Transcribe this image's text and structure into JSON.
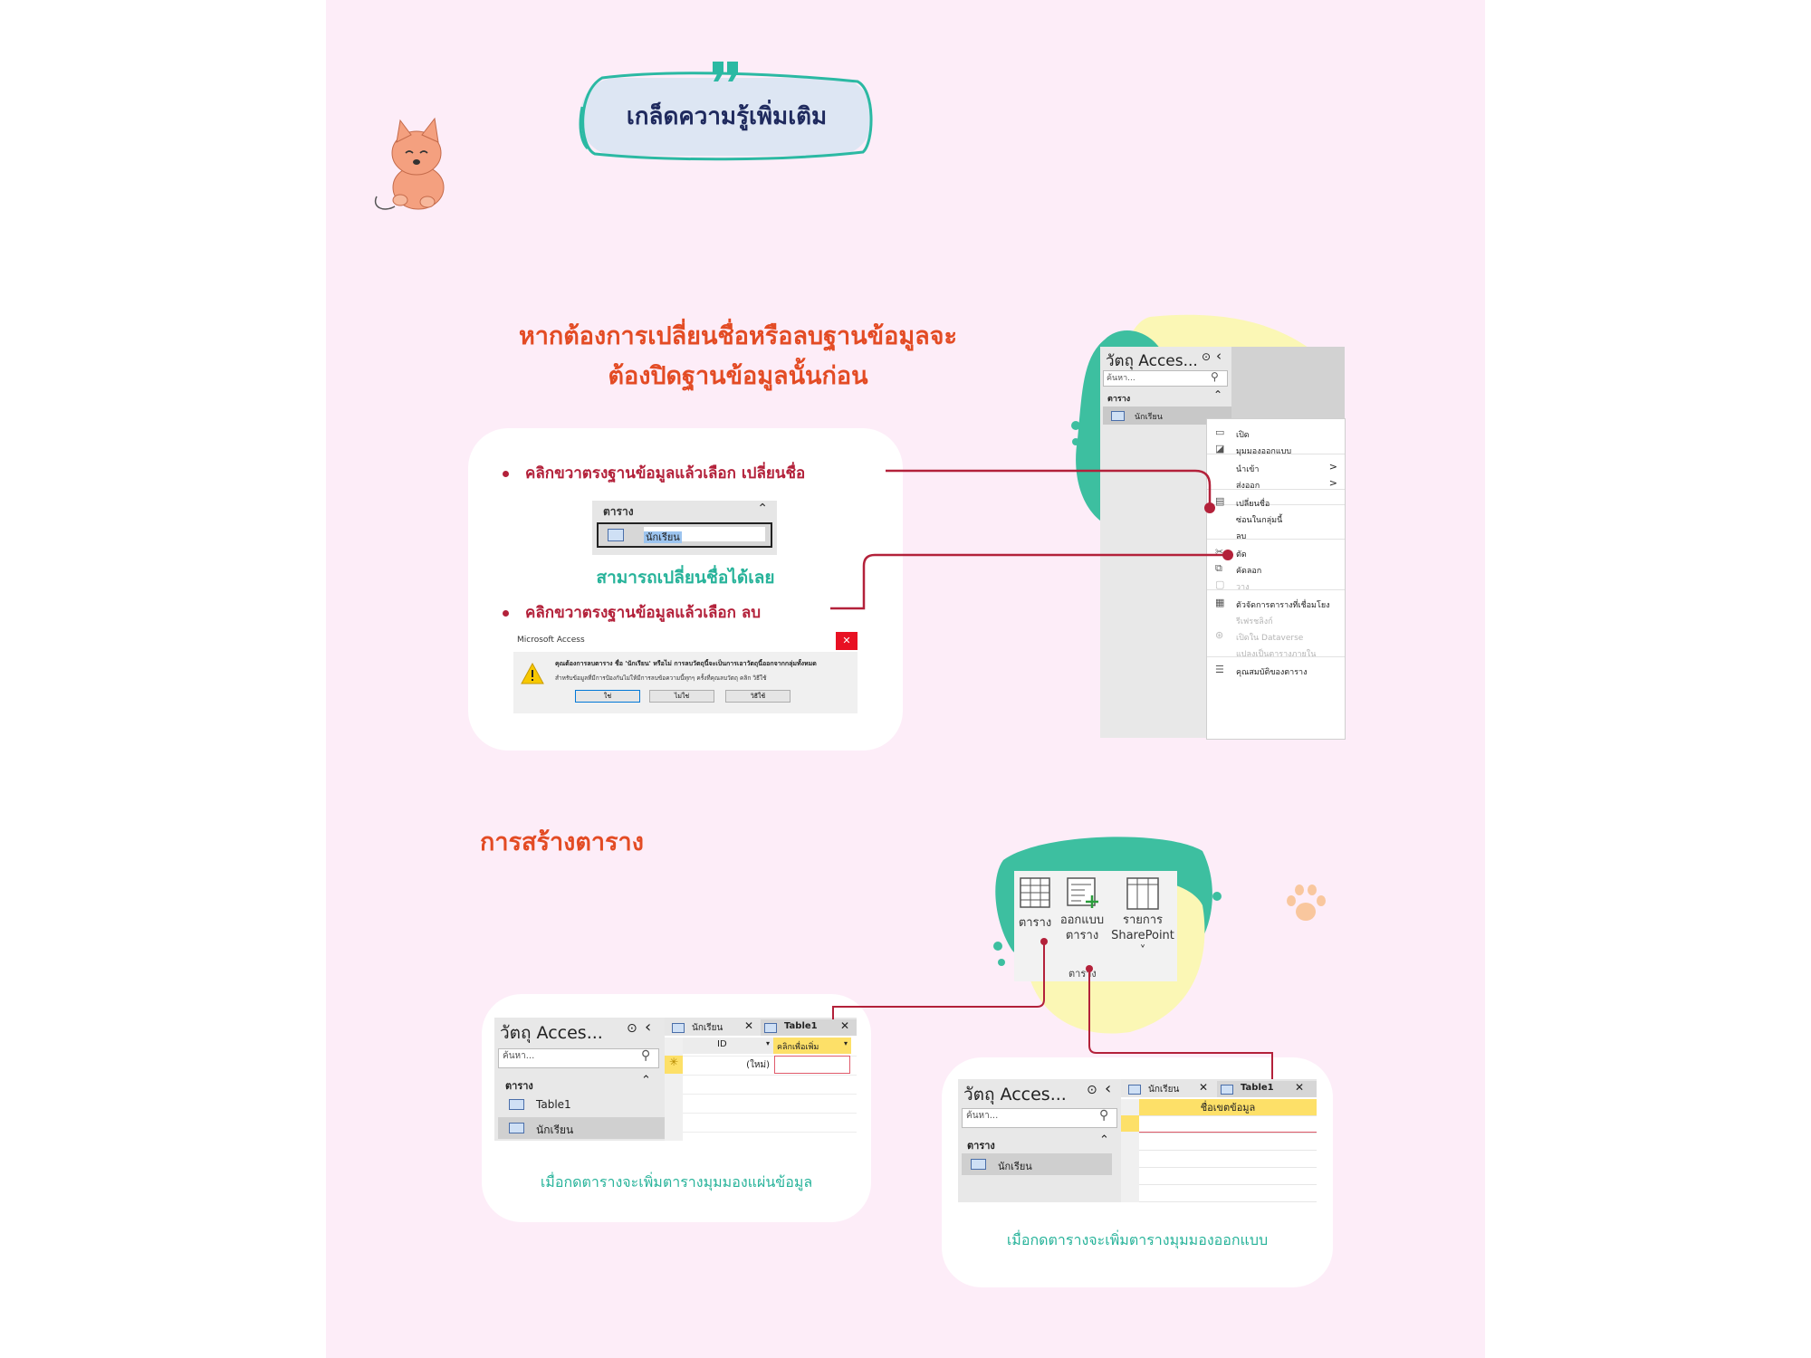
{
  "title": "เกล็ดความรู้เพิ่มเติม",
  "section1": {
    "heading_line1": "หากต้องการเปลี่ยนชื่อหรือลบฐานข้อมูลจะ",
    "heading_line2": "ต้องปิดฐานข้อมูลนั้นก่อน",
    "bullet_rename": "คลิกขวาตรงฐานข้อมูลแล้วเลือก เปลี่ยนชื่อ",
    "rename_box": {
      "group": "ตาราง",
      "value": "นักเรียน"
    },
    "rename_caption": "สามารถเปลี่ยนชื่อได้เลย",
    "bullet_delete": "คลิกขวาตรงฐานข้อมูลแล้วเลือก ลบ",
    "dialog": {
      "title": "Microsoft Access",
      "message": "คุณต้องการลบตาราง ชื่อ 'นักเรียน' หรือไม่ การลบวัตถุนี้จะเป็นการเอาวัตถุนี้ออกจากกลุ่มทั้งหมด",
      "detail": "สำหรับข้อมูลที่มีการป้องกันไม่ให้มีการลบข้อความนี้ทุกๆ ครั้งที่คุณลบวัตถุ คลิก วิธีใช้",
      "yes": "ใช่",
      "no": "ไม่ใช่",
      "help": "วิธีใช้"
    }
  },
  "nav_pane": {
    "title": "วัตถุ Acces...",
    "search_placeholder": "ค้นหา...",
    "group": "ตาราง",
    "item": "นักเรียน"
  },
  "context_menu": [
    {
      "label": "เปิด",
      "icon": "open-icon",
      "disabled": false
    },
    {
      "label": "มุมมองออกแบบ",
      "icon": "design-view-icon",
      "disabled": false
    },
    {
      "label": "นำเข้า",
      "icon": "",
      "disabled": false,
      "arrow": ">"
    },
    {
      "label": "ส่งออก",
      "icon": "",
      "disabled": false,
      "arrow": ">"
    },
    {
      "label": "เปลี่ยนชื่อ",
      "icon": "rename-icon",
      "disabled": false
    },
    {
      "label": "ซ่อนในกลุ่มนี้",
      "icon": "",
      "disabled": false
    },
    {
      "label": "ลบ",
      "icon": "",
      "disabled": false
    },
    {
      "label": "ตัด",
      "icon": "scissors-icon",
      "disabled": false
    },
    {
      "label": "คัดลอก",
      "icon": "copy-icon",
      "disabled": false
    },
    {
      "label": "วาง",
      "icon": "paste-icon",
      "disabled": true
    },
    {
      "label": "ตัวจัดการตารางที่เชื่อมโยง",
      "icon": "linked-table-icon",
      "disabled": false
    },
    {
      "label": "รีเฟรชลิงก์",
      "icon": "",
      "disabled": true
    },
    {
      "label": "เปิดใน Dataverse",
      "icon": "dataverse-icon",
      "disabled": true
    },
    {
      "label": "แปลงเป็นตารางภายใน",
      "icon": "",
      "disabled": true
    },
    {
      "label": "คุณสมบัติของตาราง",
      "icon": "properties-icon",
      "disabled": false
    }
  ],
  "section2": {
    "heading": "การสร้างตาราง",
    "ribbon": {
      "btn_table": "ตาราง",
      "btn_design_line1": "ออกแบบ",
      "btn_design_line2": "ตาราง",
      "btn_sharepoint_line1": "รายการ",
      "btn_sharepoint_line2": "SharePoint ˅",
      "group_label": "ตาราง"
    },
    "datasheet": {
      "nav_title": "วัตถุ Acces...",
      "search_placeholder": "ค้นหา...",
      "group": "ตาราง",
      "items": [
        "Table1",
        "นักเรียน"
      ],
      "tabs": [
        "นักเรียน",
        "Table1"
      ],
      "col_id": "ID",
      "col_add": "คลิกเพื่อเพิ่ม",
      "new_row": "(ใหม่)",
      "caption": "เมื่อกดตารางจะเพิ่มตารางมุมมองแผ่นข้อมูล"
    },
    "design": {
      "nav_title": "วัตถุ Acces...",
      "search_placeholder": "ค้นหา...",
      "group": "ตาราง",
      "items": [
        "นักเรียน"
      ],
      "tabs": [
        "นักเรียน",
        "Table1"
      ],
      "col_field": "ชื่อเขตข้อมูล",
      "caption": "เมื่อกดตารางจะเพิ่มตารางมุมมองออกแบบ"
    }
  },
  "colors": {
    "accent_red": "#e34b24",
    "teal": "#27b39a",
    "bullet": "#b3213a",
    "page_bg": "#fdedf8"
  }
}
